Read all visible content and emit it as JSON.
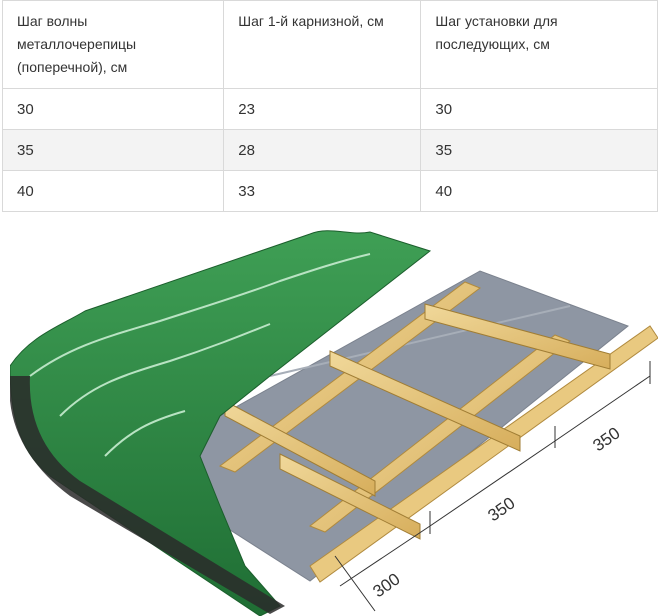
{
  "table": {
    "headers": [
      "Шаг волны металлочерепицы (поперечной), см",
      "Шаг 1-й карнизной, см",
      "Шаг установки для последующих, см"
    ],
    "rows": [
      [
        "30",
        "23",
        "30"
      ],
      [
        "35",
        "28",
        "35"
      ],
      [
        "40",
        "33",
        "40"
      ]
    ]
  },
  "figure": {
    "dimension_labels": [
      "300",
      "350",
      "350"
    ],
    "colors": {
      "metal_tile": "#2f8a45",
      "membrane": "#8e96a3",
      "batten": "#e6c77e"
    }
  }
}
